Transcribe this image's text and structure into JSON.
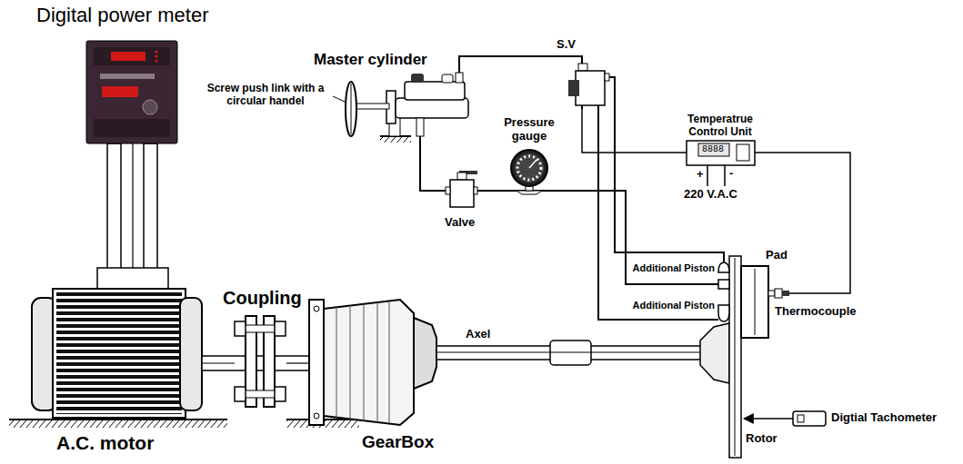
{
  "diagram": {
    "nodes": [
      {
        "text": [
          "Digital power meter"
        ]
      },
      {
        "text": [
          "Master cylinder"
        ]
      },
      {
        "text": [
          "S.V"
        ]
      },
      {
        "text": [
          "Pressure gauge"
        ]
      },
      {
        "text": [
          "Valve"
        ]
      },
      {
        "text": [
          "Temperatrue Control Unit",
          "8888"
        ]
      },
      {
        "text": [
          "Pad"
        ]
      },
      {
        "text": [
          "Thermocouple"
        ]
      },
      {
        "text": [
          "A.C. motor"
        ]
      },
      {
        "text": [
          "Coupling"
        ]
      },
      {
        "text": [
          "GearBox"
        ]
      },
      {
        "text": [
          "Rotor"
        ]
      },
      {
        "text": [
          "Digtial Tachometer"
        ]
      }
    ],
    "edges": [
      {
        "from": 0,
        "to": 8,
        "arrow": "none"
      },
      {
        "from": 8,
        "to": 9,
        "arrow": "none"
      },
      {
        "from": 9,
        "to": 10,
        "arrow": "none"
      },
      {
        "from": 10,
        "to": 11,
        "label": "Axel",
        "arrow": "none"
      },
      {
        "from": 1,
        "to": 2,
        "arrow": "none"
      },
      {
        "from": 1,
        "to": 4,
        "arrow": "none"
      },
      {
        "from": 4,
        "to": 3,
        "arrow": "none"
      },
      {
        "from": 3,
        "to": 6,
        "arrow": "none"
      },
      {
        "from": 2,
        "to": 6,
        "arrow": "none"
      },
      {
        "from": 2,
        "to": 6,
        "arrow": "none"
      },
      {
        "from": 2,
        "to": 5,
        "arrow": "none"
      },
      {
        "from": 7,
        "to": 5,
        "arrow": "none"
      },
      {
        "from": 12,
        "to": 11,
        "arrow": "to"
      }
    ],
    "labels": [
      "Screw push link with a circular handel",
      "Additional Piston",
      "Additional Piston",
      "+",
      "-",
      "220 V.A.C"
    ]
  }
}
